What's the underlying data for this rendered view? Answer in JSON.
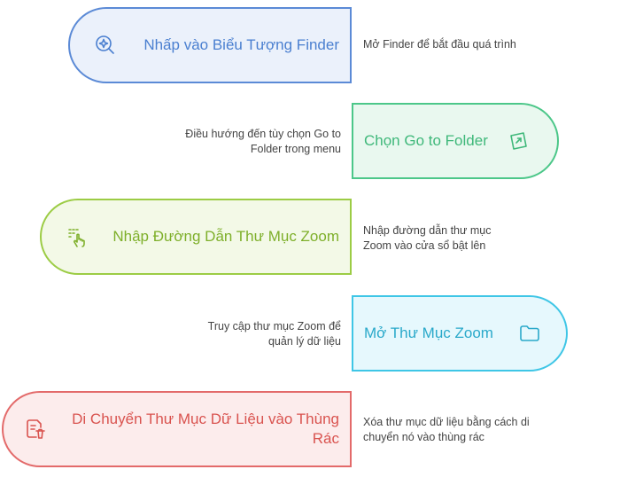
{
  "steps": [
    {
      "title": "Nhấp vào Biểu Tượng Finder",
      "description": "Mở Finder để bắt đầu quá trình",
      "icon": "finder-search-icon",
      "color": "#5b8ad6",
      "fill": "#ebf1fb",
      "text_color": "#4a7fd0"
    },
    {
      "title": "Chọn Go to Folder",
      "description": "Điều hướng đến tùy chọn Go to Folder trong menu",
      "icon": "folder-arrow-icon",
      "color": "#4cc789",
      "fill": "#e9f8ef",
      "text_color": "#3fb87a"
    },
    {
      "title": "Nhập Đường Dẫn Thư Mục Zoom",
      "description": "Nhập đường dẫn thư mục Zoom vào cửa sổ bật lên",
      "icon": "typing-hand-icon",
      "color": "#9ccc45",
      "fill": "#f3f9e7",
      "text_color": "#7eaf2a"
    },
    {
      "title": "Mở Thư Mục Zoom",
      "description": "Truy cập thư mục Zoom để quản lý dữ liệu",
      "icon": "folder-icon",
      "color": "#3fc6e6",
      "fill": "#e6f8fd",
      "text_color": "#2aa9ca"
    },
    {
      "title": "Di Chuyển Thư Mục Dữ Liệu vào Thùng Rác",
      "description": "Xóa thư mục dữ liệu bằng cách di chuyển nó vào thùng rác",
      "icon": "document-trash-icon",
      "color": "#e36a6a",
      "fill": "#fcecec",
      "text_color": "#d9534f"
    }
  ]
}
